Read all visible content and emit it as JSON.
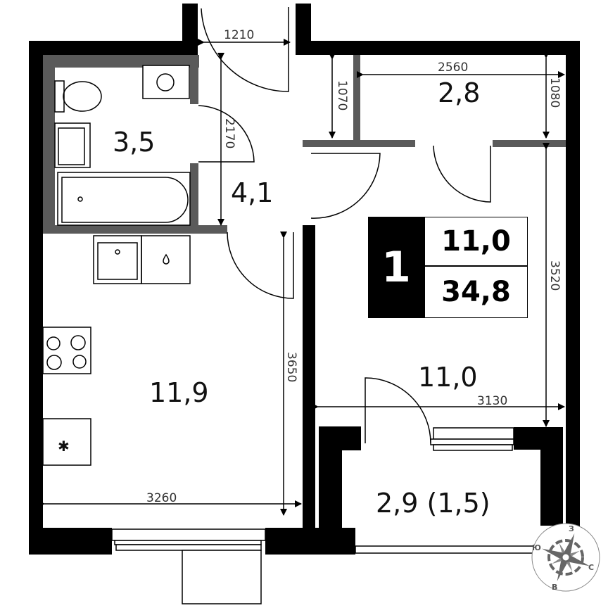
{
  "plan": {
    "rooms": [
      {
        "id": "bathroom",
        "area": "3,5"
      },
      {
        "id": "hallway",
        "area": "4,1"
      },
      {
        "id": "storage",
        "area": "2,8"
      },
      {
        "id": "kitchen-living",
        "area": "11,9"
      },
      {
        "id": "bedroom",
        "area": "11,0"
      },
      {
        "id": "balcony",
        "area": "2,9 (1,5)"
      }
    ],
    "dimensions": {
      "entrance_width": "1210",
      "hallway_length": "2170",
      "storage_height_left": "1070",
      "storage_width": "2560",
      "storage_height_right": "1080",
      "bedroom_length": "3520",
      "bedroom_width": "3130",
      "kitchen_length": "3650",
      "kitchen_width": "3260"
    },
    "summary_badge": {
      "room_count": "1",
      "living_area": "11,0",
      "total_area": "34,8"
    },
    "compass": {
      "north": "С",
      "south": "Ю",
      "east": "В",
      "west": "З"
    },
    "colors": {
      "wall": "#000000",
      "partition": "#5a5a5a",
      "compass": "#666666"
    }
  }
}
